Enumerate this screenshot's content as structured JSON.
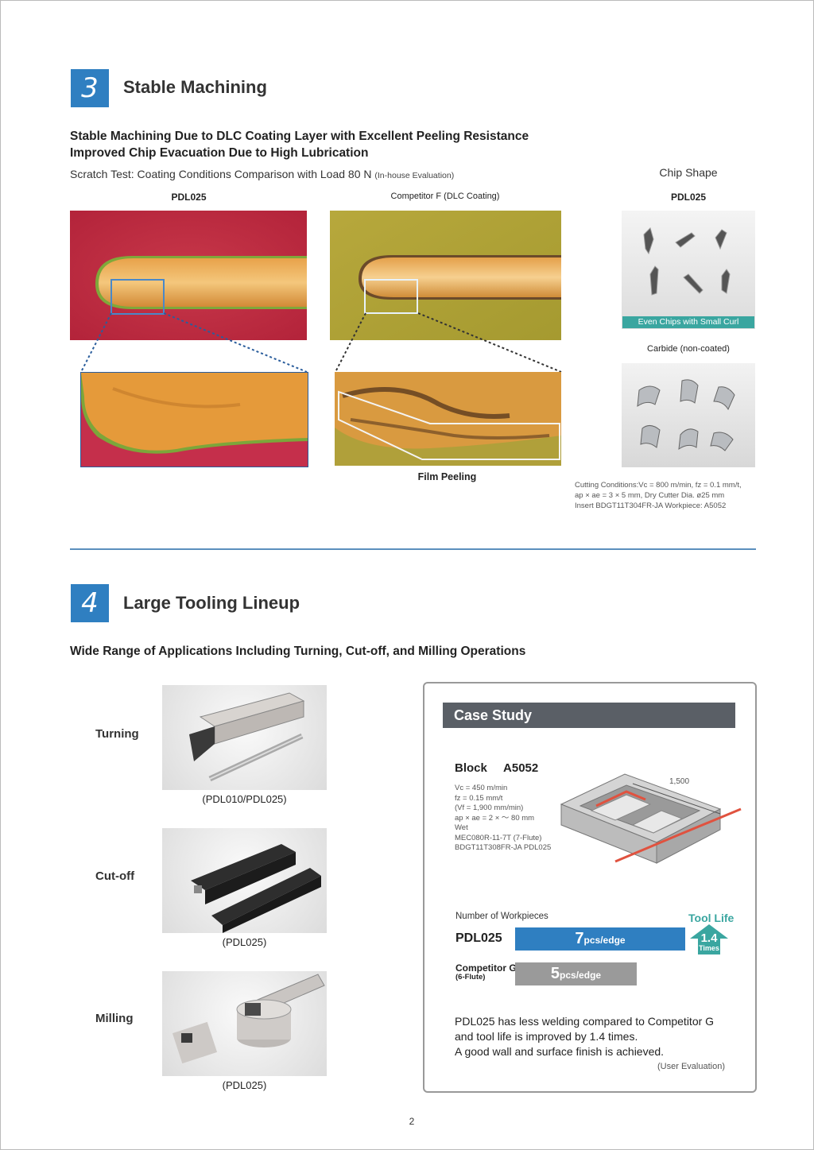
{
  "section3": {
    "number": "3",
    "title": "Stable Machining",
    "headline1": "Stable Machining Due to DLC Coating Layer with Excellent Peeling Resistance",
    "headline2": "Improved Chip Evacuation Due to High Lubrication",
    "scratch_test": "Scratch Test: Coating Conditions Comparison with Load 80 N",
    "scratch_note": "(In-house Evaluation)",
    "label_pdl": "PDL025",
    "label_competitor": "Competitor F (DLC Coating)",
    "film_peeling": "Film Peeling",
    "chip_shape_title": "Chip Shape",
    "chip_pdl_label": "PDL025",
    "chip_banner": "Even Chips with Small Curl Diameter",
    "carbide_label": "Carbide (non-coated)",
    "cutting_conditions": [
      "Cutting Conditions:Vc = 800 m/min,  fz = 0.1 mm/t,",
      "ap × ae = 3 × 5 mm, Dry    Cutter Dia. ø25 mm",
      "Insert BDGT11T304FR-JA    Workpiece: A5052"
    ],
    "colors": {
      "accent": "#2f7fc1",
      "divider": "#5a8fbd",
      "banner": "#3aa6a0"
    }
  },
  "section4": {
    "number": "4",
    "title": "Large Tooling Lineup",
    "headline": "Wide Range of Applications Including Turning, Cut-off, and Milling Operations",
    "tools": [
      {
        "label": "Turning",
        "caption": "(PDL010/PDL025)"
      },
      {
        "label": "Cut-off",
        "caption": "(PDL025)"
      },
      {
        "label": "Milling",
        "caption": "(PDL025)"
      }
    ]
  },
  "case_study": {
    "title": "Case Study",
    "block_label": "Block",
    "material": "A5052",
    "conditions": [
      "Vc = 450 m/min",
      "fz = 0.15 mm/t",
      "(Vf = 1,900 mm/min)",
      "ap × ae = 2 × ～ 80 mm",
      "Wet",
      "MEC080R-11-7T (7-Flute)",
      "BDGT11T308FR-JA  PDL025"
    ],
    "dimension": "1,500",
    "workpieces_label": "Number of Workpieces",
    "tool_life_label": "Tool Life",
    "tool_life_value": "1.4",
    "tool_life_unit": "Times",
    "bars": [
      {
        "name": "PDL025",
        "value": "7",
        "unit": "pcs/edge"
      },
      {
        "name": "Competitor G",
        "sub": "(6-Flute)",
        "value": "5",
        "unit": "pcs/edge"
      }
    ],
    "summary": [
      "PDL025 has less welding compared to Competitor G",
      "and tool life is improved by 1.4 times.",
      "A good wall and surface finish is achieved."
    ],
    "evaluation": "(User Evaluation)"
  },
  "page_number": "2"
}
